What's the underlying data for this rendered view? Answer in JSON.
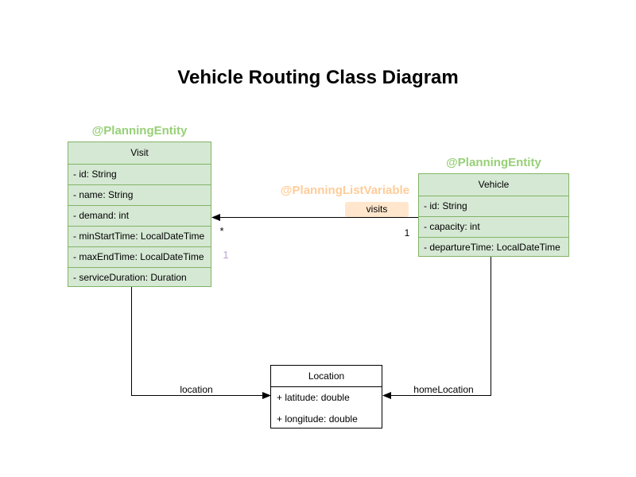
{
  "title": "Vehicle Routing Class Diagram",
  "classes": {
    "visit": {
      "annotation": "@PlanningEntity",
      "name": "Visit",
      "attributes": [
        "- id: String",
        "- name: String",
        "- demand: int",
        "- minStartTime: LocalDateTime",
        "- maxEndTime: LocalDateTime",
        "- serviceDuration: Duration"
      ]
    },
    "vehicle": {
      "annotation": "@PlanningEntity",
      "name": "Vehicle",
      "attributes": [
        "- id: String",
        "- capacity: int",
        "- departureTime: LocalDateTime"
      ]
    },
    "location": {
      "name": "Location",
      "attributes": [
        "+ latitude: double",
        "+ longitude: double"
      ]
    }
  },
  "relationships": {
    "visits": {
      "annotation": "@PlanningListVariable",
      "label": "visits",
      "vehicle_multiplicity": "1",
      "visit_multiplicity": "*",
      "visit_secondary_multiplicity": "1"
    },
    "location": {
      "label": "location"
    },
    "home_location": {
      "label": "homeLocation"
    }
  },
  "colors": {
    "entity_fill": "#d5e8d4",
    "entity_border": "#82b366",
    "entity_annotation_text": "#97d077",
    "list_variable_annotation_text": "#ffcc99",
    "visits_label_background": "#ffe6cc",
    "location_fill": "#ffffff",
    "location_border": "#000000",
    "secondary_multiplicity_text": "#b9a3cf",
    "edge_color": "#000000"
  }
}
